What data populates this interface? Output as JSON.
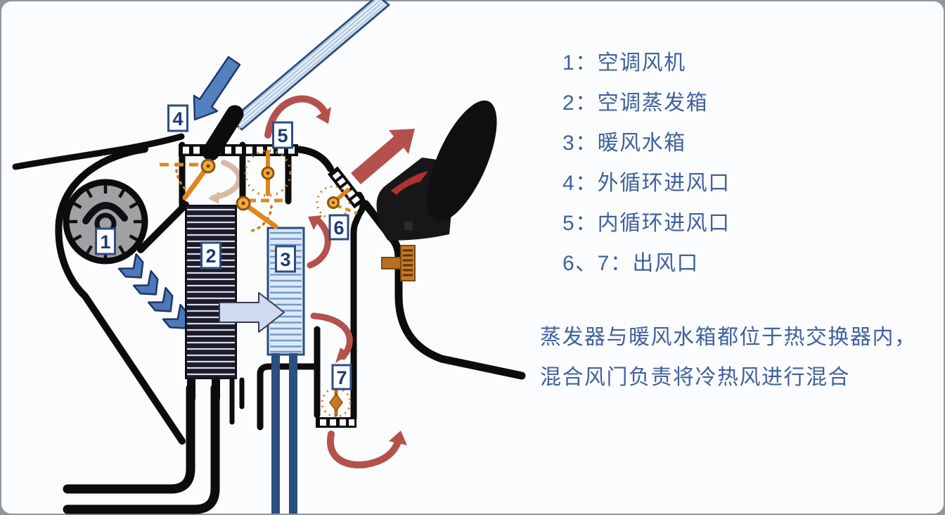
{
  "legend": {
    "items": [
      {
        "text": "1：空调风机"
      },
      {
        "text": "2：空调蒸发箱"
      },
      {
        "text": "3：暖风水箱"
      },
      {
        "text": "4：外循环进风口"
      },
      {
        "text": "5：内循环进风口"
      },
      {
        "text": "6、7：出风口"
      }
    ],
    "note_lines": [
      "蒸发器与暖风水箱都位于热交换器内，",
      "混合风门负责将冷热风进行混合"
    ]
  },
  "diagram": {
    "labels": [
      "1",
      "2",
      "3",
      "4",
      "5",
      "6",
      "7"
    ],
    "parts": {
      "1": "空调风机",
      "2": "空调蒸发箱",
      "3": "暖风水箱",
      "4": "外循环进风口",
      "5": "内循环进风口",
      "6": "出风口",
      "7": "出风口"
    },
    "colors": {
      "legend_text": "#40619c",
      "label_number": "#1d3a6e",
      "label_border": "#2e4d80",
      "duct_black": "#0c0c0c",
      "red_arrow": "#b5514d",
      "blue_arrow": "#5580c0",
      "chevron_blue": "#4e78b8",
      "pale_arrow": "#cfdbf1",
      "damper_orange": "#e0861c",
      "pipe_blue": "#2b4f7e",
      "fan_gray": "#a1a1a4"
    }
  }
}
